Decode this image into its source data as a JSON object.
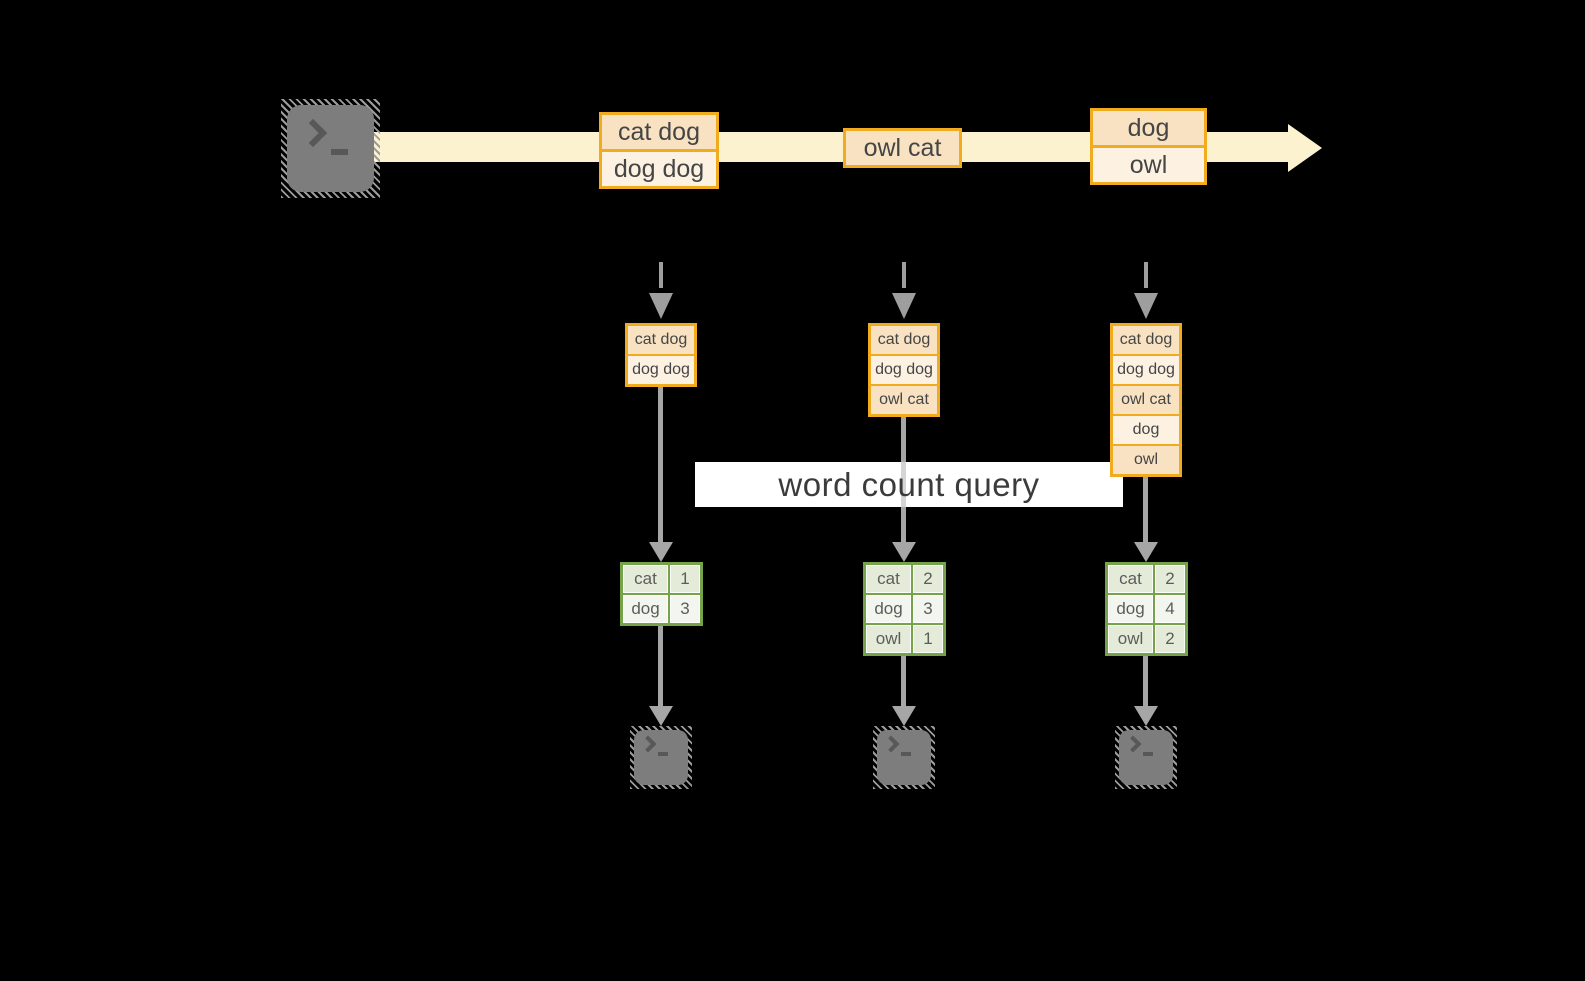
{
  "title": "word count query stream processing diagram",
  "palette": {
    "background": "#000000",
    "stream_band": "#fcf2cf",
    "record_border": "#f0ab1f",
    "record_fill_dark": "#f8e2c2",
    "record_fill_light": "#fdf2e2",
    "table_border": "#74a34a",
    "table_fill_dark": "#e4ecd9",
    "table_fill_light": "#f2f6ee",
    "arrow_gray": "#9e9e9e",
    "terminal_gray": "#7d7d7d"
  },
  "stream": {
    "source_icon": "terminal-icon",
    "batches": [
      [
        "cat dog",
        "dog dog"
      ],
      [
        "owl cat"
      ],
      [
        "dog",
        "owl"
      ]
    ]
  },
  "query_banner": {
    "label": "word count query"
  },
  "workers": [
    {
      "received": [
        "cat dog",
        "dog dog"
      ],
      "counts": [
        {
          "word": "cat",
          "count": "1"
        },
        {
          "word": "dog",
          "count": "3"
        }
      ],
      "sink_icon": "terminal-icon"
    },
    {
      "received": [
        "cat dog",
        "dog dog",
        "owl cat"
      ],
      "counts": [
        {
          "word": "cat",
          "count": "2"
        },
        {
          "word": "dog",
          "count": "3"
        },
        {
          "word": "owl",
          "count": "1"
        }
      ],
      "sink_icon": "terminal-icon"
    },
    {
      "received": [
        "cat dog",
        "dog dog",
        "owl cat",
        "dog",
        "owl"
      ],
      "counts": [
        {
          "word": "cat",
          "count": "2"
        },
        {
          "word": "dog",
          "count": "4"
        },
        {
          "word": "owl",
          "count": "2"
        }
      ],
      "sink_icon": "terminal-icon"
    }
  ]
}
